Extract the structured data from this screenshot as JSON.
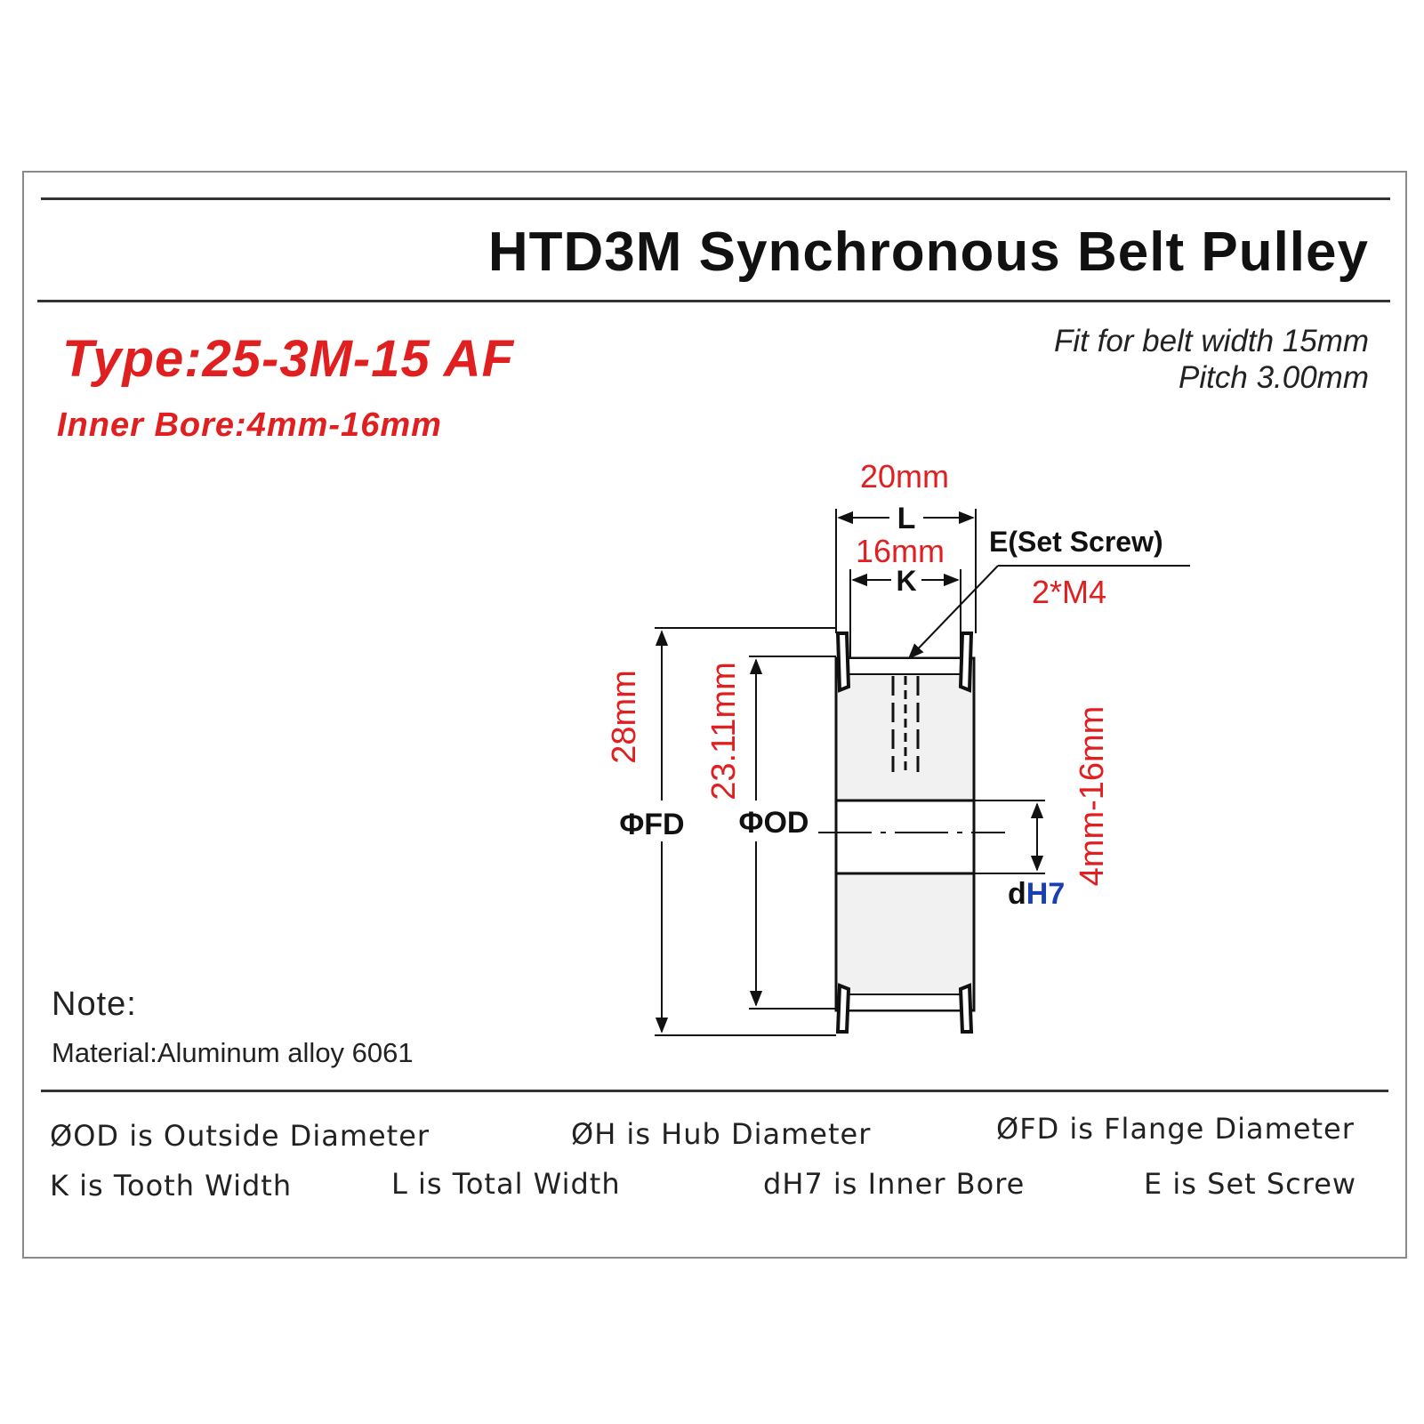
{
  "title": "HTD3M Synchronous Belt Pulley",
  "type_label": "Type:25-3M-15 AF",
  "inner_bore_label": "Inner Bore:4mm-16mm",
  "fit_line1": "Fit for belt width 15mm",
  "fit_line2": "Pitch 3.00mm",
  "dimensions": {
    "total_width_value": "20mm",
    "total_width_symbol": "L",
    "tooth_width_value": "16mm",
    "tooth_width_symbol": "K",
    "set_screw_label": "E(Set Screw)",
    "set_screw_value": "2*M4",
    "flange_diameter_value": "28mm",
    "flange_diameter_symbol": "ΦFD",
    "outside_diameter_value": "23.11mm",
    "outside_diameter_symbol": "ΦOD",
    "bore_value": "4mm-16mm",
    "bore_symbol_d": "d",
    "bore_symbol_h7": "H7"
  },
  "note": {
    "title": "Note:",
    "material": "Material:Aluminum alloy 6061"
  },
  "legend": {
    "od": "ØOD is Outside Diameter",
    "h": "ØH is Hub Diameter",
    "fd": "ØFD is Flange Diameter",
    "k": "K is Tooth Width",
    "l": "L is Total Width",
    "dh7": "dH7 is Inner Bore",
    "e": "E is Set Screw"
  },
  "colors": {
    "accent_red": "#e02020",
    "h7_blue": "#1a3fb0",
    "text_dark": "#111111"
  }
}
